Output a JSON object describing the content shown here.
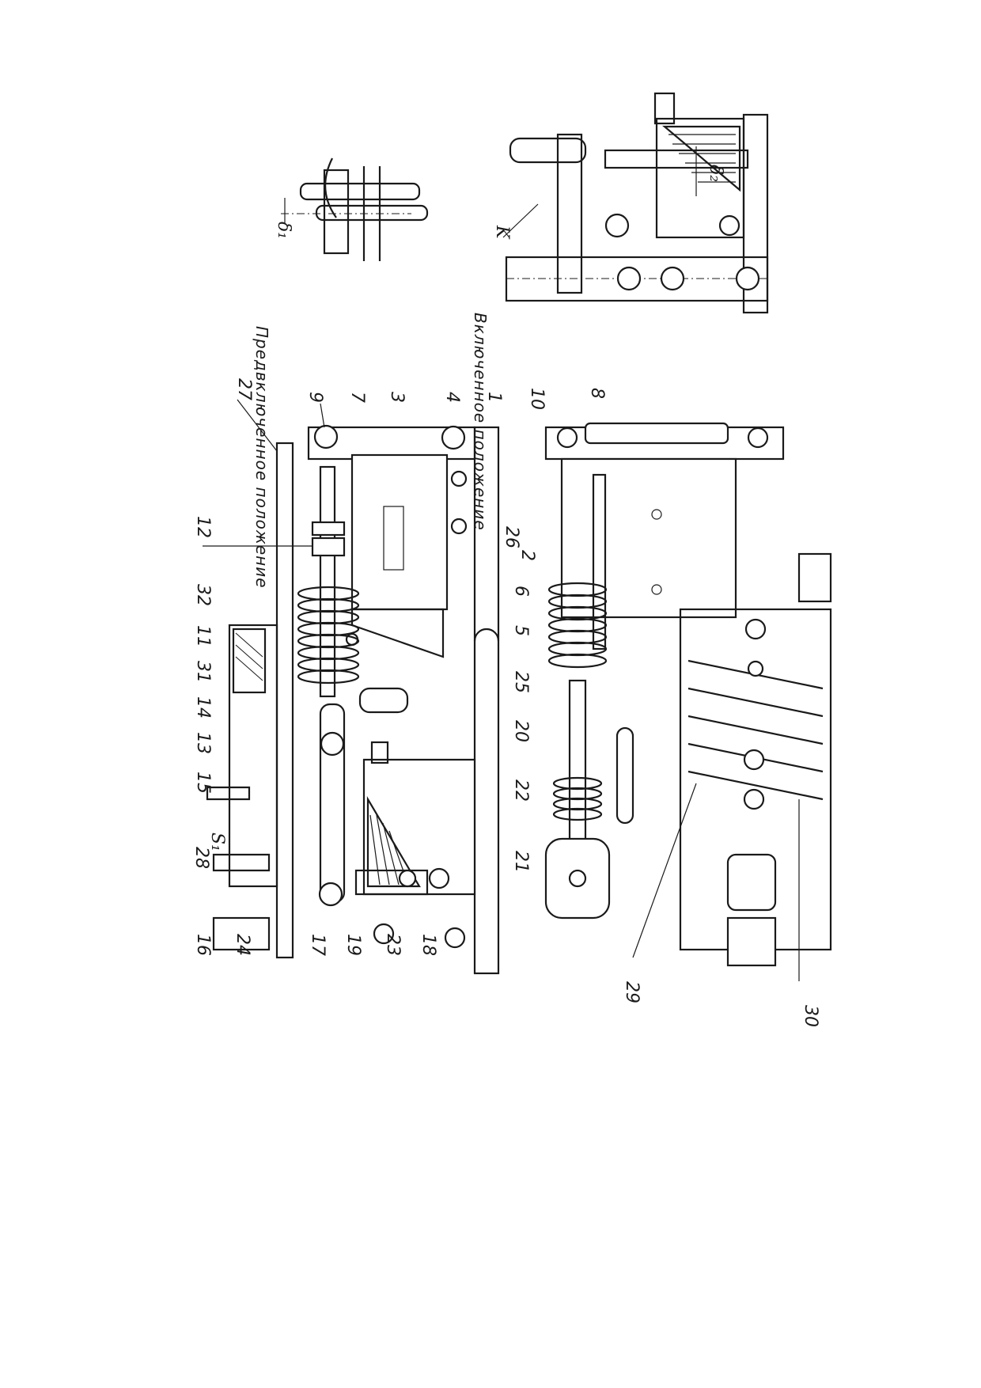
{
  "inset_captions": {
    "pre_closed": "Предвключенное положение",
    "closed": "Включенное положение"
  },
  "symbols": {
    "delta1": "δ₁",
    "delta2": "δ₂",
    "k": "K",
    "s1": "S₁"
  },
  "callouts": [
    {
      "id": "1",
      "label": "1"
    },
    {
      "id": "2",
      "label": "2"
    },
    {
      "id": "3",
      "label": "3"
    },
    {
      "id": "4",
      "label": "4"
    },
    {
      "id": "5",
      "label": "5"
    },
    {
      "id": "6",
      "label": "6"
    },
    {
      "id": "7",
      "label": "7"
    },
    {
      "id": "8",
      "label": "8"
    },
    {
      "id": "9",
      "label": "9"
    },
    {
      "id": "10",
      "label": "10"
    },
    {
      "id": "11",
      "label": "11"
    },
    {
      "id": "12",
      "label": "12"
    },
    {
      "id": "13",
      "label": "13"
    },
    {
      "id": "14",
      "label": "14"
    },
    {
      "id": "15",
      "label": "15"
    },
    {
      "id": "16",
      "label": "16"
    },
    {
      "id": "17",
      "label": "17"
    },
    {
      "id": "18",
      "label": "18"
    },
    {
      "id": "19",
      "label": "19"
    },
    {
      "id": "20",
      "label": "20"
    },
    {
      "id": "21",
      "label": "21"
    },
    {
      "id": "22",
      "label": "22"
    },
    {
      "id": "23",
      "label": "23"
    },
    {
      "id": "24",
      "label": "24"
    },
    {
      "id": "25",
      "label": "25"
    },
    {
      "id": "26",
      "label": "26"
    },
    {
      "id": "27",
      "label": "27"
    },
    {
      "id": "28",
      "label": "28"
    },
    {
      "id": "29",
      "label": "29"
    },
    {
      "id": "30",
      "label": "30"
    },
    {
      "id": "31",
      "label": "31"
    },
    {
      "id": "32",
      "label": "32"
    }
  ]
}
